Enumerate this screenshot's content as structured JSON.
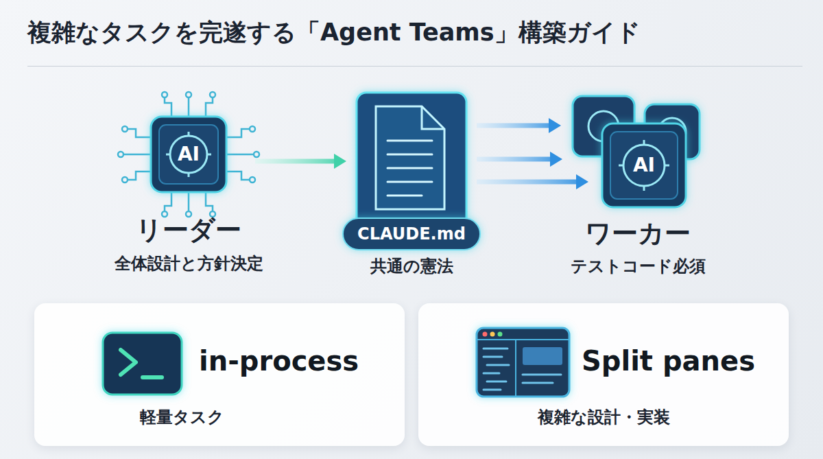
{
  "diagram": {
    "title": "複雑なタスクを完遂する「Agent Teams」構築ガイド",
    "nodes": [
      {
        "text": [
          "AI",
          "リーダー",
          "全体設計と方針決定"
        ]
      },
      {
        "text": [
          "CLAUDE.md",
          "共通の憲法"
        ]
      },
      {
        "text": [
          "AI",
          "ワーカー",
          "テストコード必須"
        ]
      },
      {
        "text": [
          "in-process",
          "軽量タスク"
        ]
      },
      {
        "text": [
          "Split panes",
          "複雑な設計・実装"
        ]
      }
    ],
    "edges": [
      {
        "from": 0,
        "to": 1,
        "arrow": "to"
      },
      {
        "from": 1,
        "to": 2,
        "arrow": "to"
      }
    ]
  }
}
